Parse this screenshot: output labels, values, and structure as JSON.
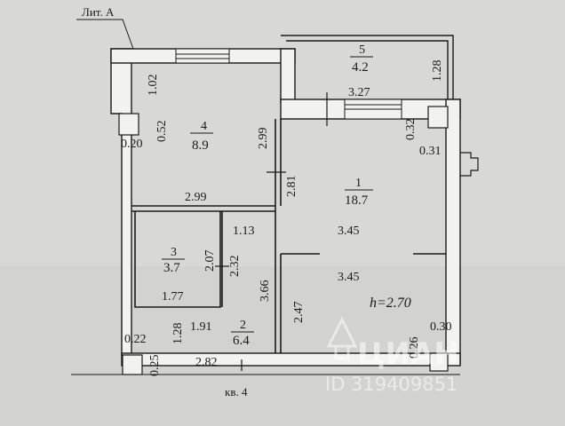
{
  "header": {
    "title": "Лит. А"
  },
  "footer": {
    "label": "кв. 4"
  },
  "rooms": [
    {
      "number": "4",
      "area": "8.9"
    },
    {
      "number": "5",
      "area": "4.2"
    },
    {
      "number": "1",
      "area": "18.7"
    },
    {
      "number": "3",
      "area": "3.7"
    },
    {
      "number": "2",
      "area": "6.4"
    }
  ],
  "dimensions": [
    "1.02",
    "0.52",
    "0.20",
    "2.99",
    "2.99",
    "1.28",
    "3.27",
    "0.32",
    "0.31",
    "2.81",
    "1.13",
    "3.45",
    "2.07",
    "2.32",
    "3.66",
    "1.77",
    "3.45",
    "2.47",
    "0.30",
    "1.91",
    "1.28",
    "0.22",
    "0.25",
    "2.82",
    "0.26"
  ],
  "height": "h=2.70",
  "watermark": {
    "brand": "ЦИАН",
    "id": "ID 319409851"
  },
  "colors": {
    "paper": "#d9d9d7",
    "ink": "#1a1a1a",
    "wall": "#f2f2f0"
  }
}
